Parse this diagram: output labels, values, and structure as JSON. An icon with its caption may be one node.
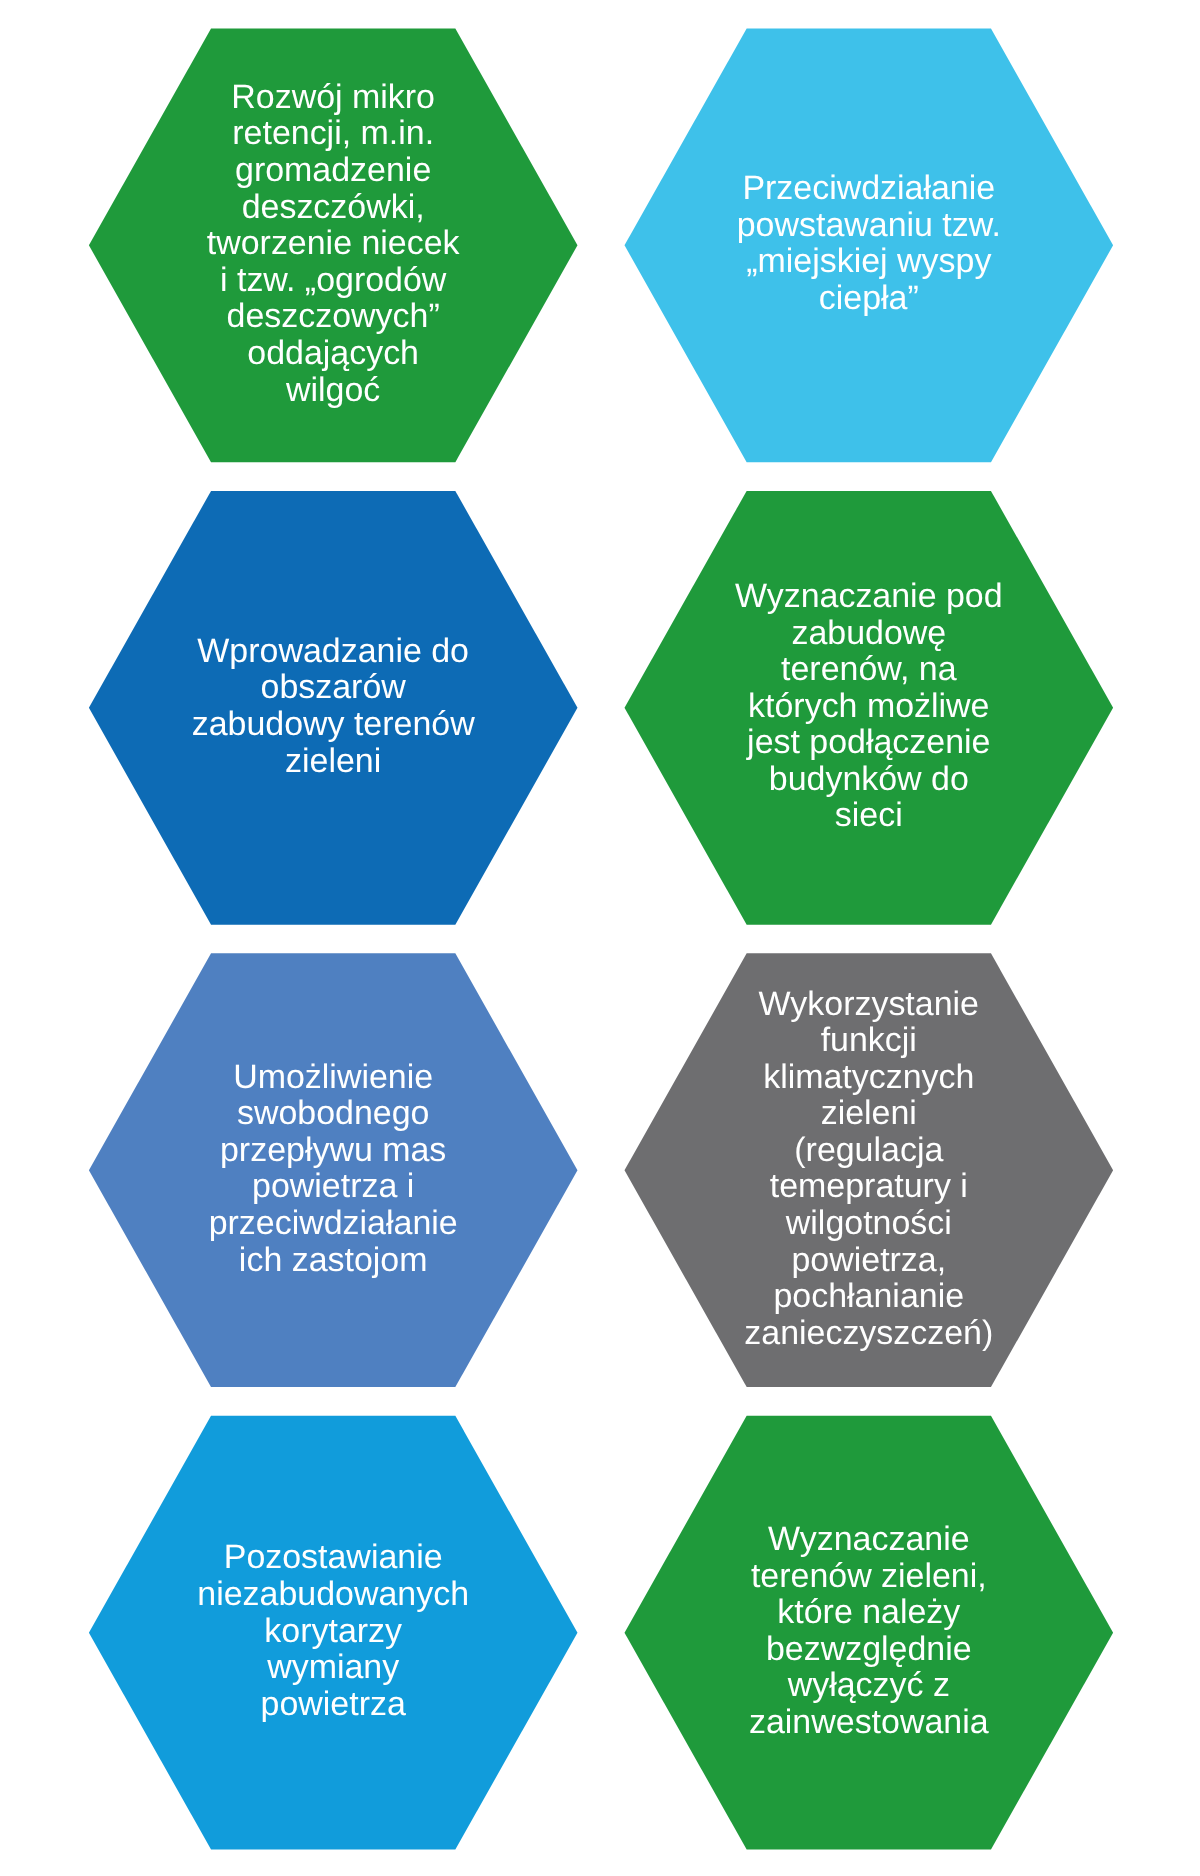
{
  "diagram": {
    "nodes": [
      {
        "text": [
          "Rozwój mikro retencji, m.in. gromadzenie deszczówki, tworzenie niecek i tzw. „ogrodów deszczowych” oddających wilgoć"
        ]
      },
      {
        "text": [
          "Przeciwdziałanie powstawaniu tzw. „miejskiej wyspy ciepła”"
        ]
      },
      {
        "text": [
          "Wprowadzanie do obszarów zabudowy terenów zieleni"
        ]
      },
      {
        "text": [
          "Wyznaczanie pod zabudowę terenów, na których możliwe jest podłączenie budynków do sieci"
        ]
      },
      {
        "text": [
          "Umożliwienie swobodnego przepływu mas powietrza i przeciwdziałanie ich zastojom"
        ]
      },
      {
        "text": [
          "Wykorzystanie funkcji klimatycznych zieleni (regulacja temepratury i wilgotności powietrza, pochłanianie zanieczyszczeń)"
        ]
      },
      {
        "text": [
          "Pozostawianie niezabudowanych korytarzy wymiany powietrza"
        ]
      },
      {
        "text": [
          "Wyznaczanie terenów zieleni, które należy bezwzględnie wyłączyć z zainwestowania"
        ]
      }
    ]
  }
}
